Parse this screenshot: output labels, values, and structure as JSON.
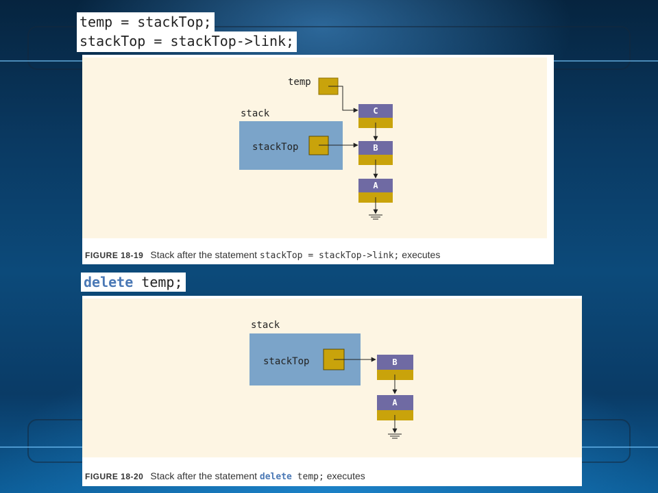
{
  "statements": {
    "line1": "temp = stackTop;",
    "line2": "stackTop = stackTop->link;",
    "delete_kw": "delete",
    "delete_rest": " temp;"
  },
  "figure19": {
    "temp_label": "temp",
    "stack_label": "stack",
    "stacktop_label": "stackTop",
    "nodes": [
      "C",
      "B",
      "A"
    ],
    "caption_number": "FIGURE 18-19",
    "caption_pre": "Stack after the statement ",
    "caption_code": "stackTop = stackTop->link;",
    "caption_post": " executes"
  },
  "figure20": {
    "stack_label": "stack",
    "stacktop_label": "stackTop",
    "nodes": [
      "B",
      "A"
    ],
    "caption_number": "FIGURE 18-20",
    "caption_pre": "Stack after the statement ",
    "caption_code_kw": "delete",
    "caption_code": " temp;",
    "caption_post": " executes"
  },
  "colors": {
    "panel_bg": "#fdf5e3",
    "stack_box": "#7ba4c9",
    "pointer_box": "#c9a30b",
    "node_info": "#6f6aa3",
    "node_link": "#c9a30b",
    "keyword": "#4a78b5"
  }
}
